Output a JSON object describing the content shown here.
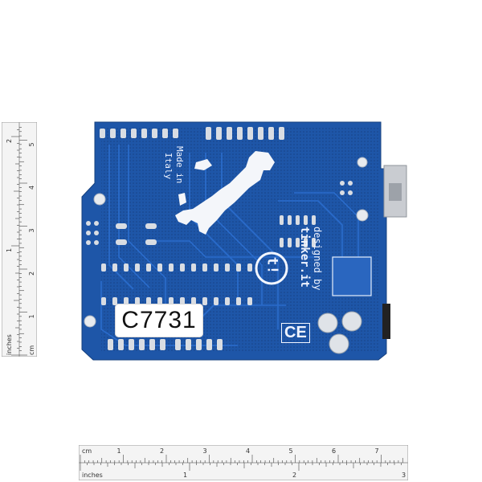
{
  "board": {
    "serial_label": "C7731",
    "silkscreen_made_in": "Made in",
    "silkscreen_country": "Italy",
    "silkscreen_designed": "designed by",
    "silkscreen_maker": "tinker.it",
    "logo_text": "t!",
    "ce_mark": "CE",
    "colors": {
      "pcb": "#1e56a8",
      "pcb_dark": "#163f80",
      "pad": "#d9dde3",
      "silk": "#f2f6ff"
    }
  },
  "ruler_horizontal": {
    "cm_label": "cm",
    "inches_label": "inches",
    "cm_ticks": [
      "1",
      "2",
      "3",
      "4",
      "5",
      "6",
      "7"
    ],
    "inch_ticks": [
      "1",
      "2",
      "3"
    ]
  },
  "ruler_vertical": {
    "cm_label": "cm",
    "inches_label": "inches",
    "cm_ticks": [
      "1",
      "2",
      "3",
      "4",
      "5"
    ],
    "inch_ticks": [
      "1",
      "2"
    ]
  }
}
